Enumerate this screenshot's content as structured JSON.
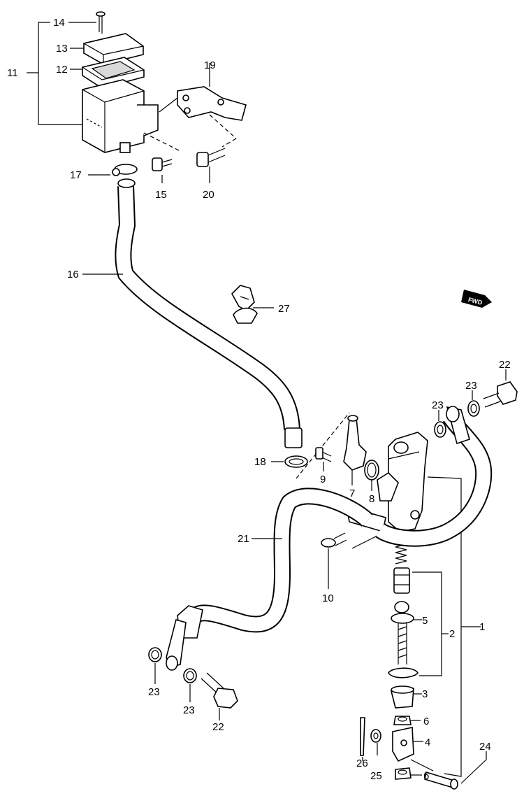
{
  "callouts": {
    "c1": "1",
    "c2": "2",
    "c3": "3",
    "c4": "4",
    "c5": "5",
    "c6a": "6",
    "c6b": "6",
    "c7": "7",
    "c8": "8",
    "c9": "9",
    "c10": "10",
    "c11": "11",
    "c12": "12",
    "c13": "13",
    "c14": "14",
    "c15": "15",
    "c16": "16",
    "c17": "17",
    "c18": "18",
    "c19": "19",
    "c20": "20",
    "c21": "21",
    "c22a": "22",
    "c22b": "22",
    "c23a": "23",
    "c23b": "23",
    "c23c": "23",
    "c23d": "23",
    "c24": "24",
    "c25": "25",
    "c26": "26",
    "c27": "27"
  },
  "fwd_indicator": "FWD",
  "colors": {
    "line": "#000000",
    "background": "#ffffff",
    "shade": "#d9d9d9"
  }
}
